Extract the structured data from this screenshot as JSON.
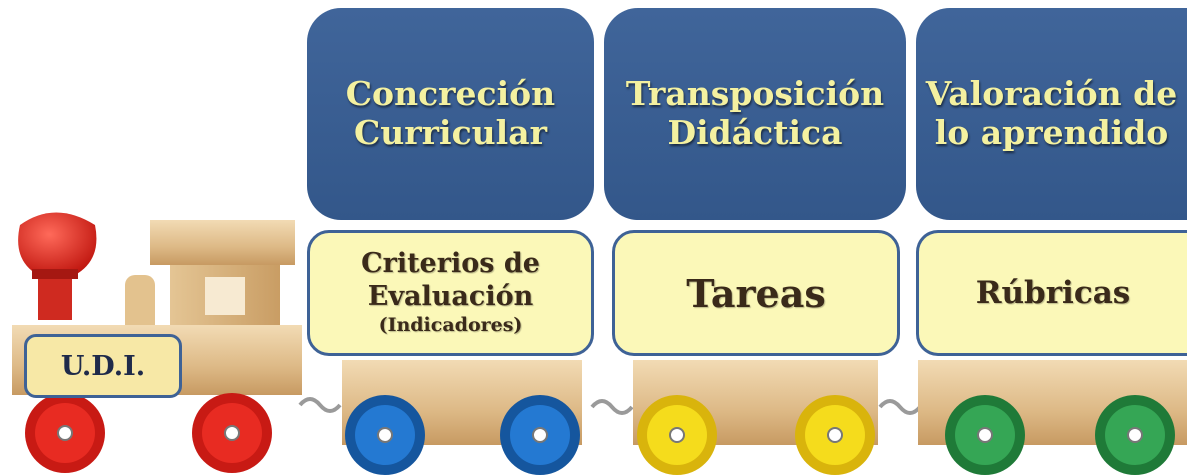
{
  "engine": {
    "label": "U.D.I."
  },
  "columns": [
    {
      "heading": [
        "Concreción",
        "Curricular"
      ],
      "label": [
        "Criterios de",
        "Evaluación"
      ],
      "sublabel": "(Indicadores)",
      "wheel_color": "#1f6fc4"
    },
    {
      "heading": [
        "Transposición",
        "Didáctica"
      ],
      "label": [
        "Tareas"
      ],
      "sublabel": "",
      "wheel_color": "#f2d21a"
    },
    {
      "heading": [
        "Valoración de",
        "lo aprendido"
      ],
      "label": [
        "Rúbricas"
      ],
      "sublabel": "",
      "wheel_color": "#2e9a4a"
    }
  ],
  "colors": {
    "heading_box": "#3a5e92",
    "heading_text": "#f4f1a0",
    "label_box": "#fbf8b8",
    "engine_wheel": "#d62020",
    "engine_chimney": "#e52a22"
  }
}
